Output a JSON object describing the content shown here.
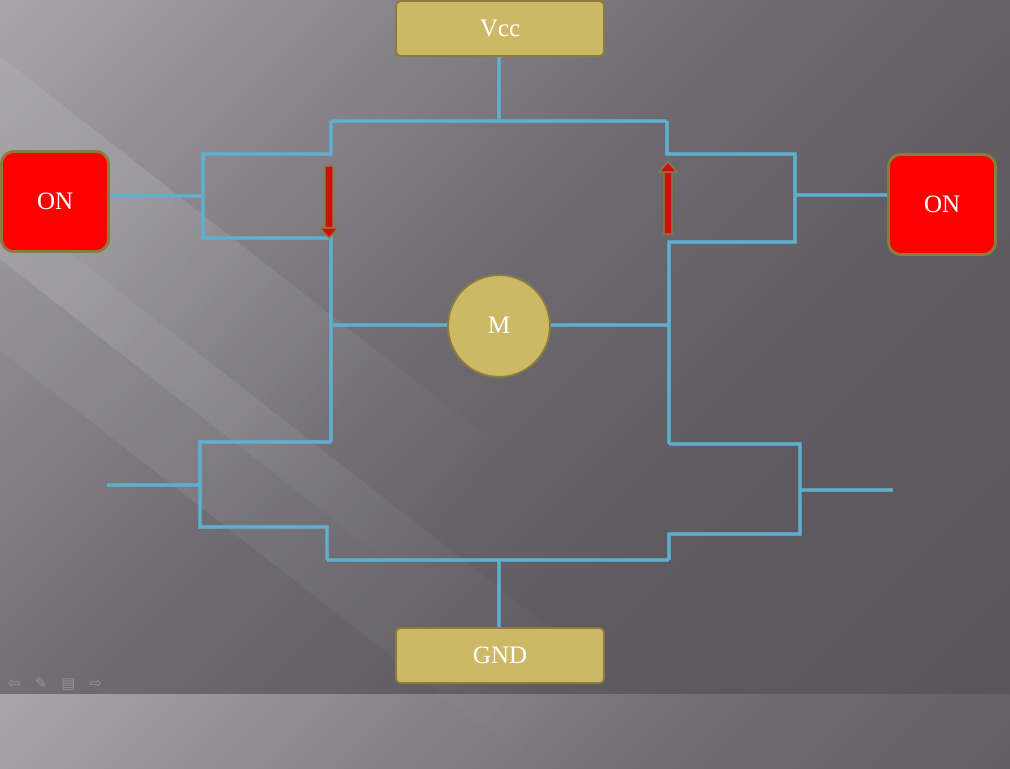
{
  "labels": {
    "vcc": "Vcc",
    "gnd": "GND",
    "motor": "M",
    "switch_left": "ON",
    "switch_right": "ON"
  },
  "colors": {
    "wire": "#5fb0cf",
    "gold": "#cdb866",
    "switch_on": "#ff0000",
    "current_arrow": "#cc1010"
  },
  "current_flow": {
    "left_arrow": "down",
    "right_arrow": "up"
  },
  "icons": [
    "back-icon",
    "pen-icon",
    "menu-icon",
    "forward-icon"
  ]
}
